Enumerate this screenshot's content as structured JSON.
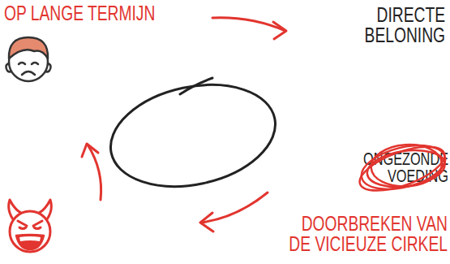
{
  "diagram": {
    "nodes": [
      {
        "text": [
          "ONGEZONDE VOEDING"
        ]
      }
    ],
    "labels": [
      "OP LANGE TERMIJN",
      "DIRECTE BELONING",
      "DOORBREKEN VAN DE VICIEUZE CIRKEL"
    ]
  }
}
